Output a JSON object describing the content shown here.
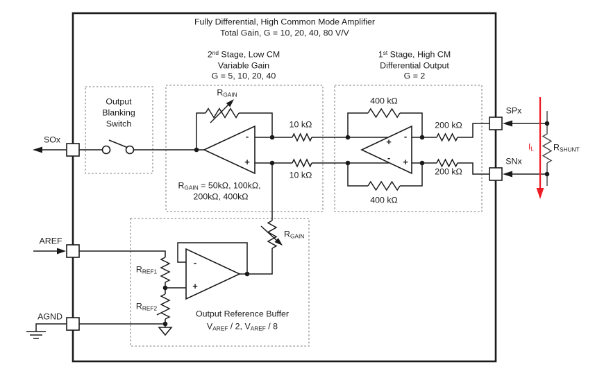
{
  "colors": {
    "line": "#1a1a1a",
    "dashed": "#8f8f8f",
    "red": "#ED1C24",
    "shunt_wire": "#4d4d4d"
  },
  "title": {
    "line1": "Fully Differential, High Common Mode Amplifier",
    "line2": "Total Gain, G = 10, 20, 40, 80 V/V"
  },
  "blanking": {
    "line1": "Output",
    "line2": "Blanking",
    "line3": "Switch"
  },
  "stage2": {
    "heading1_num": "2",
    "heading1_ord": "nd",
    "heading1_rest": " Stage, Low CM",
    "heading2": "Variable Gain",
    "heading3": "G = 5, 10, 20, 40",
    "rgain_base": "R",
    "rgain_sub": "GAIN",
    "values_base": "R",
    "values_sub": "GAIN",
    "values_rest": " = 50kΩ, 100kΩ,",
    "values_line2": "200kΩ, 400kΩ",
    "r_top": "10 kΩ",
    "r_bottom": "10 kΩ",
    "in_minus": "-",
    "in_plus": "+"
  },
  "stage1": {
    "heading1_num": "1",
    "heading1_ord": "st",
    "heading1_rest": " Stage, High CM",
    "heading2": "Differential Output",
    "heading3": "G = 2",
    "rfb_top": "400 kΩ",
    "rfb_bottom": "400 kΩ",
    "rin_top": "200 kΩ",
    "rin_bottom": "200 kΩ",
    "out_plus": "+",
    "out_minus": "-",
    "in_minus": "-",
    "in_plus": "+"
  },
  "refbuf": {
    "rref1_base": "R",
    "rref1_sub": "REF1",
    "rref2_base": "R",
    "rref2_sub": "REF2",
    "rgain_base": "R",
    "rgain_sub": "GAIN",
    "in_minus": "-",
    "in_plus": "+",
    "caption": "Output Reference Buffer",
    "formula_v1": "V",
    "formula_v1sub": "AREF",
    "formula_mid": " / 2, V",
    "formula_v2sub": "AREF",
    "formula_tail": " / 8"
  },
  "pins": {
    "sox": "SOx",
    "aref": "AREF",
    "agnd": "AGND",
    "spx": "SPx",
    "snx": "SNx"
  },
  "shunt": {
    "il_base": "I",
    "il_sub": "L",
    "r_base": "R",
    "r_sub": "SHUNT"
  }
}
